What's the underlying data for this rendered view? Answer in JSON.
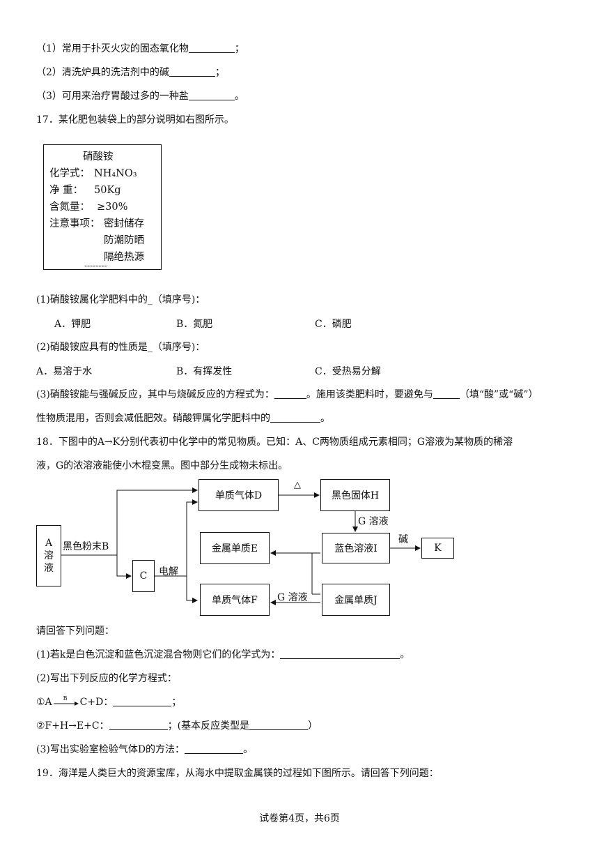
{
  "q16": {
    "item1": "（1）常用于扑灭火灾的固态氧化物",
    "item1_end": "；",
    "item2": "（2）清洗炉具的洗洁剂中的碱",
    "item2_end": "；",
    "item3": "（3）可用来治疗胃酸过多的一种盐",
    "item3_end": "。"
  },
  "q17": {
    "stem": "17．某化肥包装袋上的部分说明如右图所示。",
    "label": {
      "title": "硝酸铵",
      "formula_label": "化学式：",
      "formula": "NH₄NO₃",
      "weight_label": "净 重：",
      "weight": "50Kg",
      "nitrogen_label": "含氮量：",
      "nitrogen": "≥30%",
      "notes_label": "注意事项：",
      "note1": "密封储存",
      "note2": "防潮防晒",
      "note3": "隔绝热源",
      "dashes": "--------"
    },
    "p1": "(1)硝酸铵属化学肥料中的_（填序号)：",
    "p1_a": "A．钾肥",
    "p1_b": "B．氮肥",
    "p1_c": "C．磷肥",
    "p2": "(2)硝酸铵应具有的性质是_（填序号)：",
    "p2_a": "A．易溶于水",
    "p2_b": "B．有挥发性",
    "p2_c": "C．受热易分解",
    "p3_a": "(3)硝酸铵能与强碱反应，其中与烧碱反应的方程式为：",
    "p3_b": "。施用该类肥料时，要避免与",
    "p3_c": "（填“酸”或“碱”）",
    "p3_d": "性物质混用，否则会减低肥效。硝酸钾属化学肥料中的",
    "p3_e": "。"
  },
  "q18": {
    "stem1": "18．下图中的A→K分别代表初中化学中的常见物质。已知：A、C两物质组成元素相同；G溶液为某物质的稀溶",
    "stem2": "液，G的浓溶液能使小木棍变黑。图中部分生成物未标出。",
    "diagram": {
      "A_line1": "A",
      "A_line2": "溶",
      "A_line3": "液",
      "B": "黑色粉末B",
      "C": "C",
      "D": "单质气体D",
      "E": "金属单质E",
      "F": "单质气体F",
      "H": "黑色固体H",
      "I": "蓝色溶液I",
      "J": "金属单质J",
      "K": "K",
      "heat": "△",
      "electrolysis": "电解",
      "g_solution_1": "G 溶液",
      "g_solution_2": "G 溶液",
      "base": "碱"
    },
    "prompt": "请回答下列问题：",
    "p1": "(1)若k是白色沉淀和蓝色沉淀混合物则它们的化学式为：",
    "p1_end": "。",
    "p2": "(2)写出下列反应的化学方程式：",
    "r1_a": "①A",
    "r1_cond": "B",
    "r1_b": "C+D：",
    "r1_end": "；",
    "r2_a": "②F+H→E+C：",
    "r2_b": "；(基本反应类型是",
    "r2_end": "）",
    "p3": "(3)写出实验室检验气体D的方法：",
    "p3_end": "。"
  },
  "q19": {
    "stem": "19．海洋是人类巨大的资源宝库，从海水中提取金属镁的过程如下图所示。请回答下列问题："
  },
  "footer": "试卷第4页，共6页"
}
